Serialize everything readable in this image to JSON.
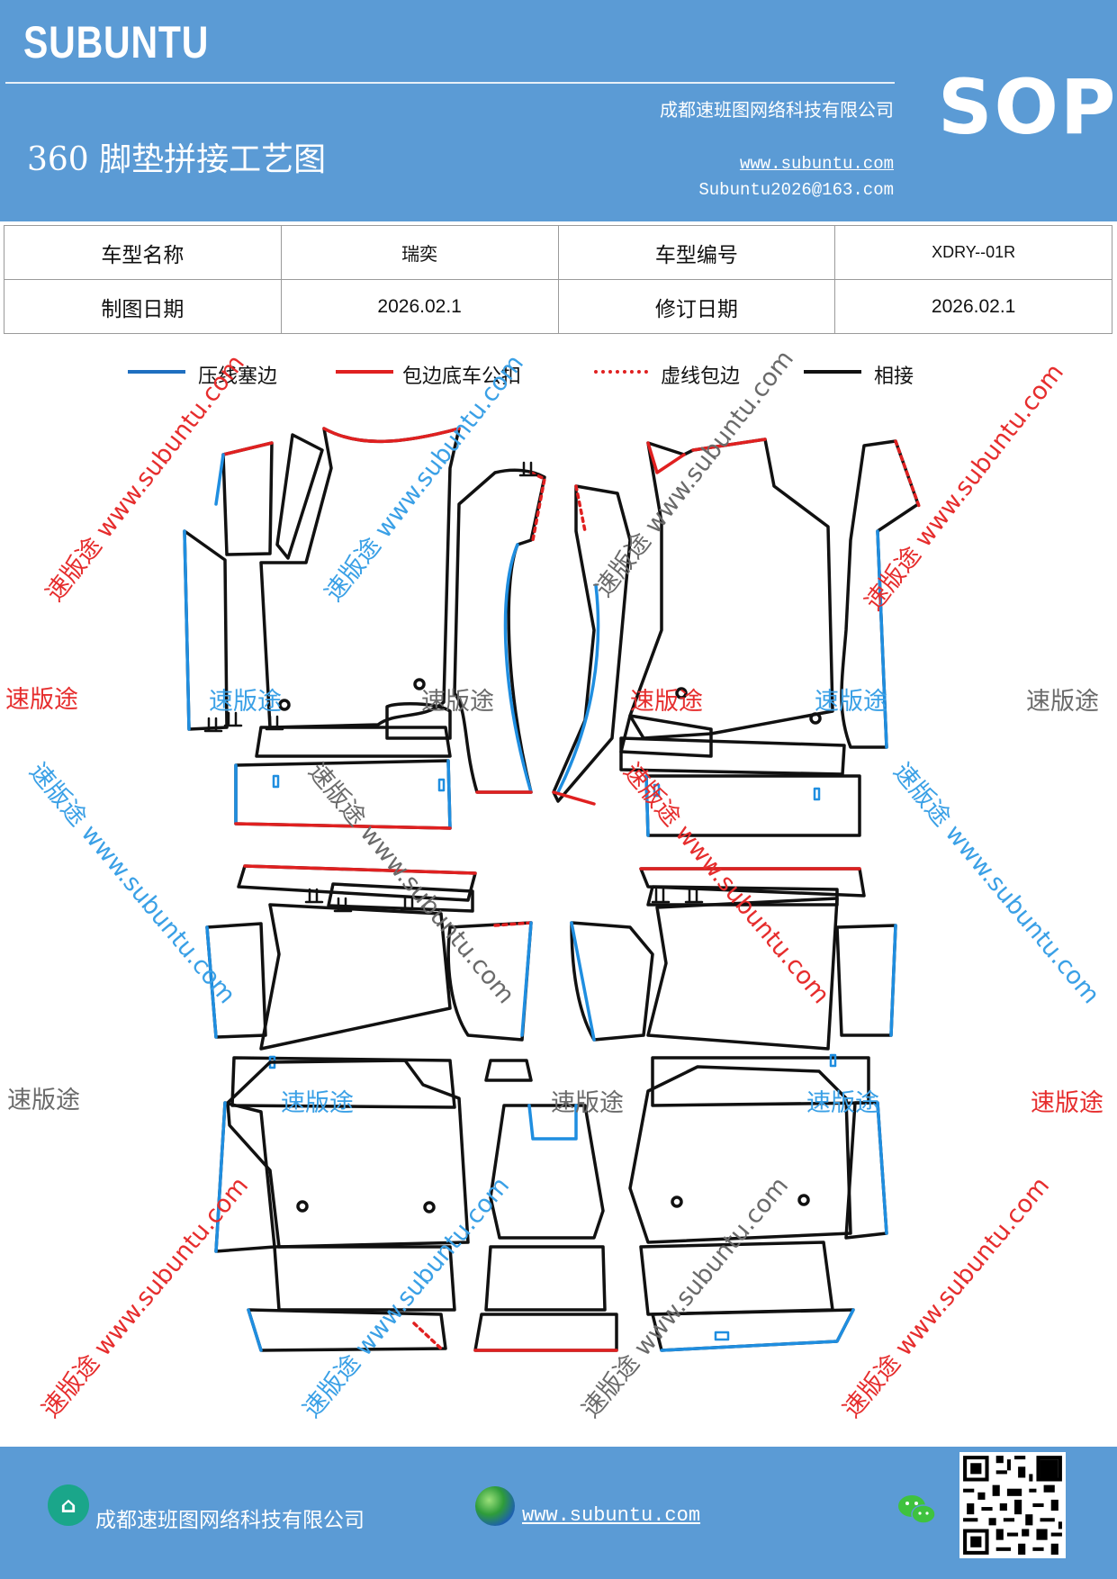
{
  "header": {
    "brand": "SUBUNTU",
    "company": "成都速班图网络科技有限公司",
    "title": "360 脚垫拼接工艺图",
    "website": "www.subuntu.com",
    "email": "Subuntu2026@163.com",
    "badge": "SOP"
  },
  "info_table": {
    "rows": [
      [
        {
          "label": "车型名称"
        },
        {
          "value": "瑞奕"
        },
        {
          "label": "车型编号"
        },
        {
          "value": "XDRY--01R"
        }
      ],
      [
        {
          "label": "制图日期"
        },
        {
          "value": "2026.02.1"
        },
        {
          "label": "修订日期"
        },
        {
          "value": "2026.02.1"
        }
      ]
    ]
  },
  "legend": [
    {
      "label": "压线塞边",
      "color": "#1f6fc0",
      "style": "solid"
    },
    {
      "label": "包边底车公扣",
      "color": "#e02020",
      "style": "solid"
    },
    {
      "label": "虚线包边",
      "color": "#e02020",
      "style": "dotted"
    },
    {
      "label": "相接",
      "color": "#111111",
      "style": "solid"
    }
  ],
  "watermarks": {
    "brand": "速版途",
    "url_diag": "速版途 www.subuntu.com"
  },
  "colors": {
    "header_bg": "#5b9bd5",
    "blue_edge": "#1f8ee0",
    "red_edge": "#e02020",
    "black_edge": "#111111"
  },
  "footer": {
    "company": "成都速班图网络科技有限公司",
    "website": "www.subuntu.com",
    "icons": [
      "home-icon",
      "globe-icon",
      "wechat-icon",
      "qr-code"
    ]
  }
}
